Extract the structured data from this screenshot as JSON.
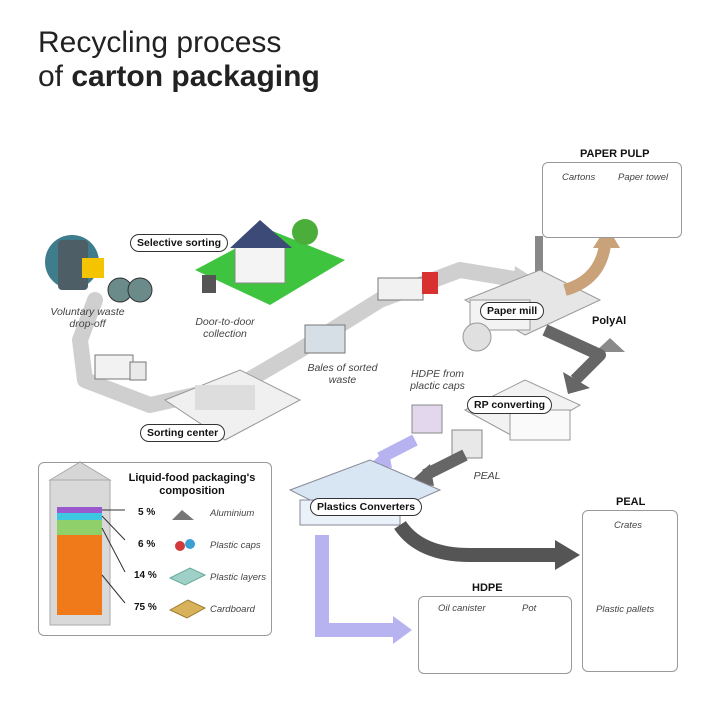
{
  "title": {
    "line1": "Recycling process",
    "line2_prefix": "of",
    "line2_bold": "carton packaging"
  },
  "stages": {
    "selective_sorting": "Selective sorting",
    "voluntary_dropoff": "Voluntary waste drop-off",
    "door_to_door": "Door-to-door collection",
    "bales": "Bales of sorted waste",
    "sorting_center": "Sorting center",
    "paper_mill": "Paper mill",
    "polyal": "PolyAl",
    "hdpe_caps": "HDPE from plactic caps",
    "rp_converting": "RP converting",
    "peal_flow": "PEAL",
    "plastics_converters": "Plastics Converters"
  },
  "paper_pulp": {
    "title": "PAPER PULP",
    "items": [
      "Cartons",
      "Paper towel"
    ]
  },
  "peal_panel": {
    "title": "PEAL",
    "items": [
      "Crates",
      "Plastic pallets"
    ]
  },
  "hdpe_panel": {
    "title": "HDPE",
    "items": [
      "Oil canister",
      "Pot"
    ]
  },
  "composition": {
    "title": "Liquid-food packaging's composition",
    "rows": [
      {
        "pct": "5 %",
        "label": "Aluminium",
        "color": "#9b59d0"
      },
      {
        "pct": "6 %",
        "label": "Plastic caps",
        "color": "#3ec7e0"
      },
      {
        "pct": "14 %",
        "label": "Plastic layers",
        "color": "#8fd06a"
      },
      {
        "pct": "75 %",
        "label": "Cardboard",
        "color": "#f07a1a"
      }
    ]
  },
  "colors": {
    "grey_arrow": "#c8c8c8",
    "dark_arrow": "#555555",
    "lavender_arrow": "#b7b3f0",
    "tan_arrow": "#c9a27a"
  }
}
